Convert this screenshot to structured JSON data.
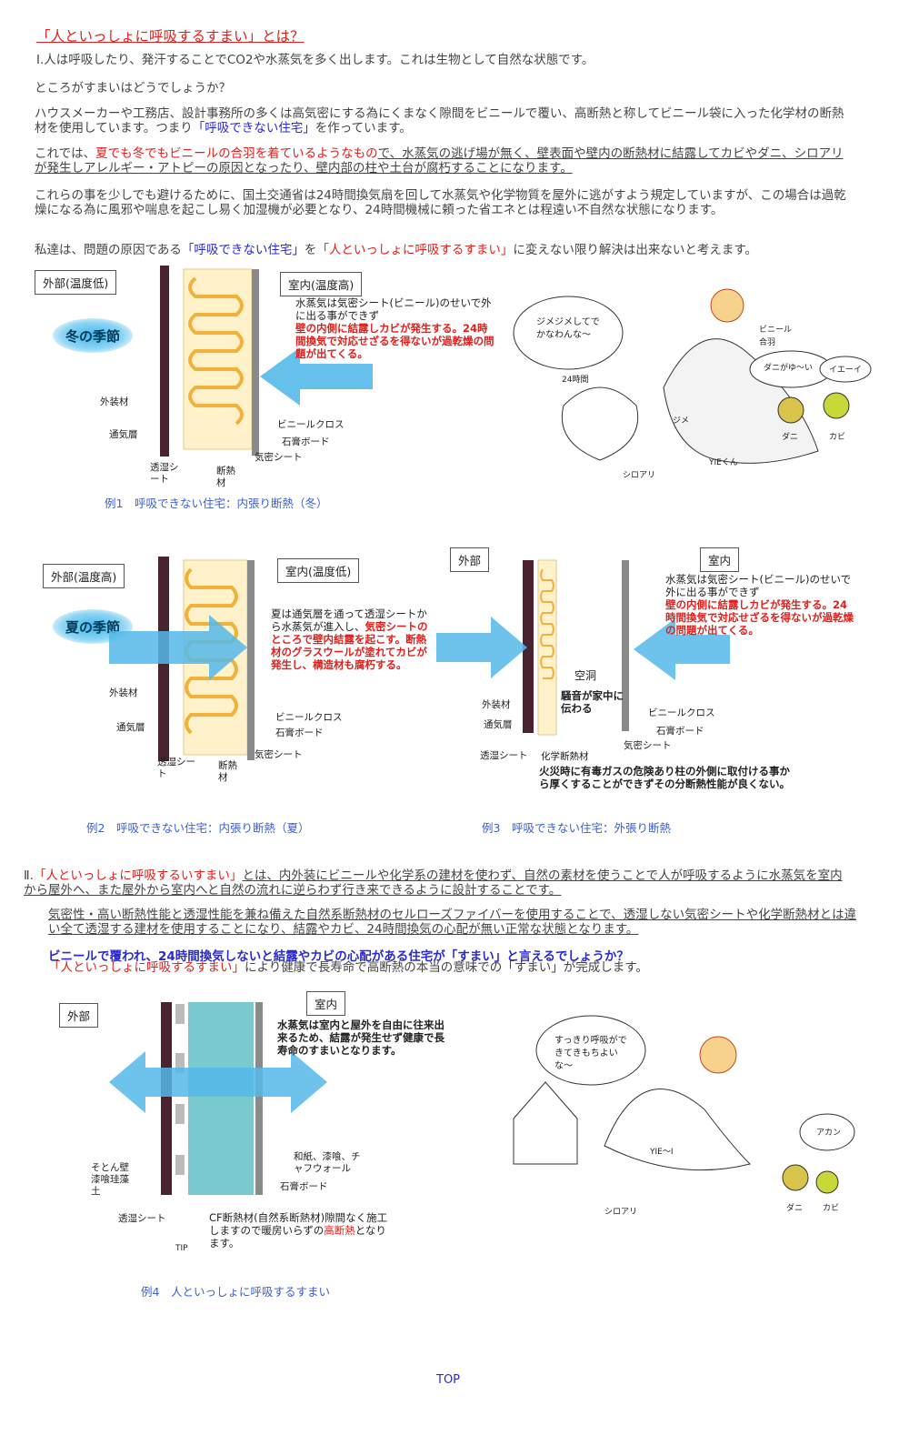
{
  "title": "「人といっしょに呼吸するすまい」とは？",
  "section1": {
    "p1": "Ⅰ.人は呼吸したり、発汗することでCO2や水蒸気を多く出します。これは生物として自然な状態です。",
    "p2": "ところがすまいはどうでしょうか？",
    "p3a": "ハウスメーカーや工務店、設計事務所の多くは高気密にする為にくまなく隙間をビニールで覆い、高断熱と称してビニール袋に入った化学材の断熱材を使用しています。つまり",
    "p3b": "「呼吸できない住宅」",
    "p3c": "を作っています。",
    "p4a": "これでは、",
    "p4b": "夏でも冬でもビニールの合羽を着ているようなもの",
    "p4c": "で、水蒸気の逃げ場が無く、壁表面や壁内の断熱材に結露してカビやダニ、シロアリが発生しアレルギー・アトピーの原因となったり、壁内部の柱や土台が腐朽することになります。",
    "p5": "これらの事を少しでも避けるために、国土交通省は24時間換気扇を回して水蒸気や化学物質を屋外に逃がすよう規定していますが、この場合は過乾燥になる為に風邪や喘息を起こし易く加湿機が必要となり、24時間機械に頼った省エネとは程遠い不自然な状態になります。",
    "p6a": "私達は、問題の原因である",
    "p6b": "「呼吸できない住宅」",
    "p6c": "を",
    "p6d": "「人といっしょに呼吸するすまい」",
    "p6e": "に変えない限り解決は出来ないと考えます。"
  },
  "diagram1": {
    "outside": "外部(温度低)",
    "inside": "室内(温度高)",
    "season": "冬の季節",
    "note_black": "水蒸気は気密シート(ビニール)のせいで外に出る事ができず",
    "note_red": "壁の内側に結露しカビが発生する。24時間換気で対応せざるを得ないが過乾燥の問題が出てくる。",
    "exterior": "外装材",
    "air_layer": "通気層",
    "permeable": "透湿シート",
    "insulation": "断熱材",
    "vinyl": "ビニールクロス",
    "gypsum": "石膏ボード",
    "airtight": "気密シート",
    "caption": "例1　呼吸できない住宅：内張り断熱（冬）"
  },
  "cartoon1": {
    "bubble": "ジメジメしてでかなわんな〜",
    "vinyl_raincoat": "ビニール合羽",
    "dani_bubble": "ダニがゆ〜い",
    "ie_bubble": "イエーイ",
    "ventilation": "24時間",
    "jime": "ジメ",
    "dani": "ダニ",
    "kabi": "カビ",
    "shiroari": "シロアリ",
    "yie": "YIEくん"
  },
  "diagram2": {
    "outside": "外部(温度高)",
    "inside": "室内(温度低)",
    "season": "夏の季節",
    "note_black1": "夏は通気層を通って透湿シートから水蒸気が進入し、",
    "note_red1": "気密シートのところで壁内結露を起こす。断熱材のグラスウールが塗れてカビが発生し、構造材も腐朽する。",
    "exterior": "外装材",
    "air_layer": "通気層",
    "permeable": "透湿シート",
    "insulation": "断熱材",
    "vinyl": "ビニールクロス",
    "gypsum": "石膏ボード",
    "airtight": "気密シート",
    "caption": "例2　呼吸できない住宅：内張り断熱（夏）"
  },
  "diagram3": {
    "outside": "外部",
    "inside": "室内",
    "note_black": "水蒸気は気密シート(ビニール)のせいで外に出る事ができず",
    "note_red": "壁の内側に結露しカビが発生する。24時間換気で対応せざるを得ないが過乾燥の問題が出てくる。",
    "cavity": "空洞",
    "noise": "騒音が家中に伝わる",
    "exterior": "外装材",
    "air_layer": "通気層",
    "permeable": "透湿シート",
    "chem": "化学断熱材",
    "vinyl": "ビニールクロス",
    "gypsum": "石膏ボード",
    "airtight": "気密シート",
    "fire_note": "火災時に有毒ガスの危険あり柱の外側に取付ける事から厚くすることができずその分断熱性能が良くない。",
    "caption": "例3　呼吸できない住宅：外張り断熱"
  },
  "section2": {
    "p1a": "Ⅱ.",
    "p1b": "「人といっしょに呼吸するいすまい」",
    "p1c": "とは、内外装にビニールや化学系の建材を使わず、自然の素材を使うことで人が呼吸するように水蒸気を室内から屋外へ、また屋外から室内へと自然の流れに逆らわず行き来できるように設計することです。",
    "p2": "気密性・高い断熱性能と透湿性能を兼ね備えた自然系断熱材のセルローズファイバーを使用することで、透湿しない気密シートや化学断熱材とは違い全て透湿する建材を使用することになり、結露やカビ、24時間換気の心配が無い正常な状態となります。",
    "p3": "ビニールで覆われ、24時間換気しないと結露やカビの心配がある住宅が「すまい」と言えるでしょうか？",
    "p4a": "「人といっしょに呼吸するすまい」",
    "p4b": "により健康で長寿命で高断熱の本当の意味での「すまい」が完成します。"
  },
  "diagram4": {
    "outside": "外部",
    "inside": "室内",
    "note_red": "水蒸気は室内と屋外を自由に往来出来るため、結露が発生せず健康で長寿命のすまいとなります。",
    "exterior": "そとん壁漆喰珪藻土",
    "permeable": "透湿シート",
    "tip": "TIP",
    "cf": "CF断熱材(自然系断熱材)隙間なく施工しますので暖房いらずの",
    "cf_red": "高断熱",
    "cf_end": "となります。",
    "washi": "和紙、漆喰、チャフウォール",
    "gypsum": "石膏ボード",
    "caption": "例4　人といっしょに呼吸するすまい"
  },
  "cartoon2": {
    "bubble": "すっきり呼吸ができてきもちよいな〜",
    "akan": "アカン",
    "yie": "YIE〜I",
    "dani": "ダニ",
    "kabi": "カビ",
    "shiroari": "シロアリ"
  },
  "footer": {
    "top": "TOP"
  }
}
